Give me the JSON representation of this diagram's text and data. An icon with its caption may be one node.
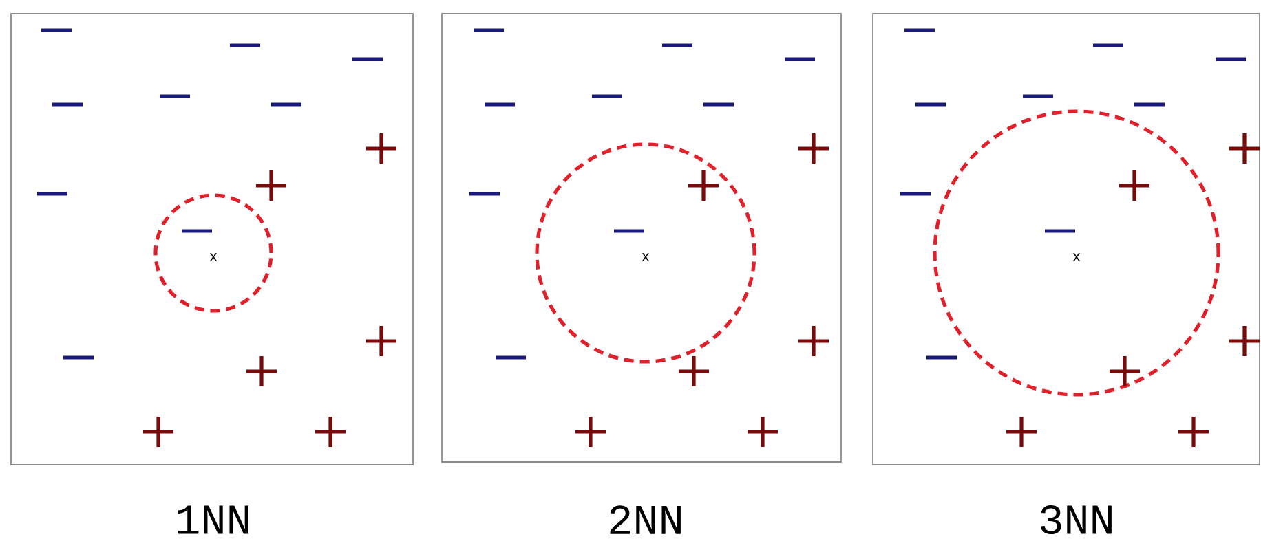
{
  "diagram": {
    "nodes": [
      {
        "text": [
          "x"
        ],
        "beside": [
          "1NN"
        ]
      },
      {
        "text": [
          "x"
        ],
        "beside": [
          "2NN"
        ]
      },
      {
        "text": [
          "x"
        ],
        "beside": [
          "3NN"
        ]
      }
    ]
  }
}
